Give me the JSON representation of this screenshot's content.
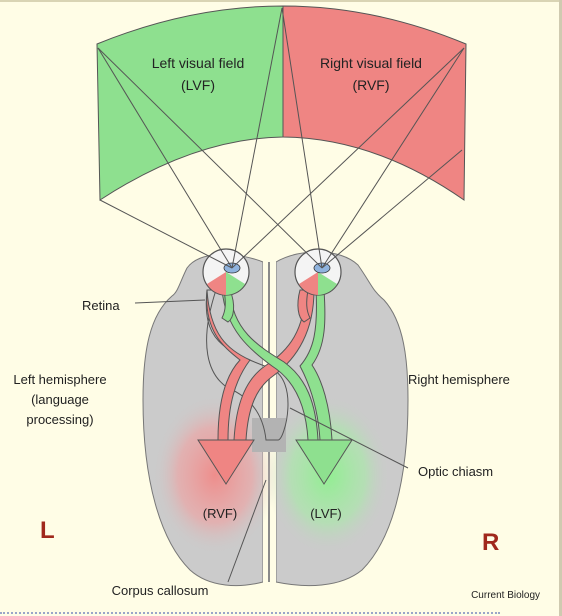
{
  "visual_field": {
    "left_line1": "Left visual field",
    "left_line2": "(LVF)",
    "right_line1": "Right visual field",
    "right_line2": "(RVF)"
  },
  "labels": {
    "retina": "Retina",
    "left_hemi_line1": "Left hemisphere",
    "left_hemi_line2": "(language",
    "left_hemi_line3": "processing)",
    "right_hemi": "Right hemisphere",
    "optic_chiasm": "Optic chiasm",
    "arrow_left": "(RVF)",
    "arrow_right": "(LVF)",
    "corpus_callosum": "Corpus callosum",
    "side_left": "L",
    "side_right": "R",
    "credit": "Current Biology"
  },
  "colors": {
    "lvf": "#8ee08f",
    "rvf": "#ef8583",
    "brain": "#cbcbcb",
    "side_letters": "#a0281c",
    "background": "#fffde6"
  }
}
